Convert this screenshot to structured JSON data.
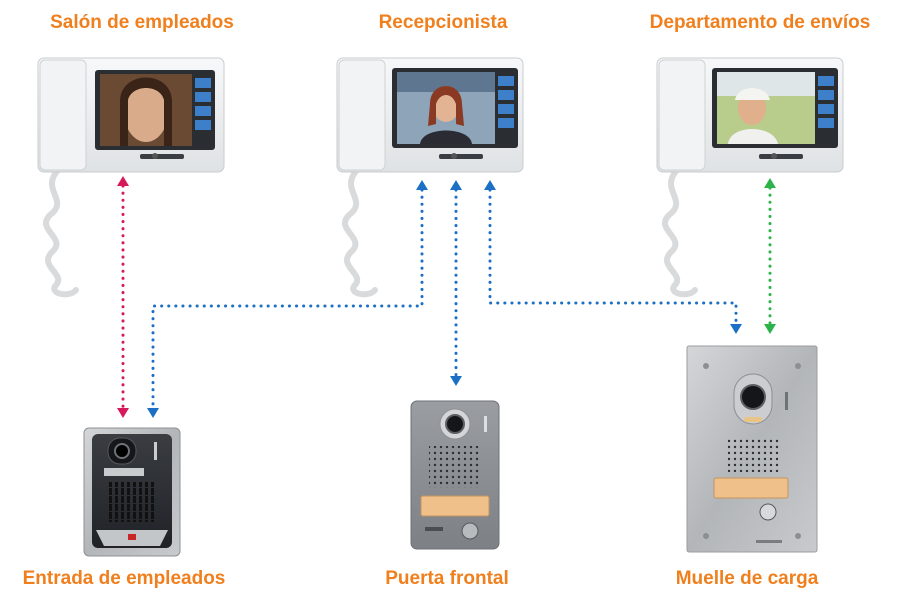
{
  "colors": {
    "label": "#f07f1d",
    "link_employee": "#d6195b",
    "link_reception": "#1b6fc4",
    "link_shipping": "#2db34a",
    "monitor_body": "#eceeef",
    "screen_frame": "#2a2d31",
    "station_steel": "#b9bcbf"
  },
  "monitors": [
    {
      "id": "employee-lounge",
      "label": "Salón de empleados",
      "screen_scene": "woman-portrait",
      "icon": "video-monitor-icon"
    },
    {
      "id": "receptionist",
      "label": "Recepcionista",
      "screen_scene": "woman-office",
      "icon": "video-monitor-icon"
    },
    {
      "id": "shipping",
      "label": "Departamento de envíos",
      "screen_scene": "delivery-man",
      "icon": "video-monitor-icon"
    }
  ],
  "stations": [
    {
      "id": "employee-entrance",
      "label": "Entrada de empleados",
      "style": "dark",
      "icon": "door-station-icon"
    },
    {
      "id": "front-door",
      "label": "Puerta frontal",
      "style": "grey",
      "icon": "door-station-icon"
    },
    {
      "id": "loading-dock",
      "label": "Muelle de carga",
      "style": "stainless",
      "icon": "door-station-icon"
    }
  ],
  "connections": [
    {
      "from": "employee-lounge",
      "to": "employee-entrance",
      "color": "link_employee",
      "bidirectional": true
    },
    {
      "from": "receptionist",
      "to": "employee-entrance",
      "color": "link_reception",
      "bidirectional": true
    },
    {
      "from": "receptionist",
      "to": "front-door",
      "color": "link_reception",
      "bidirectional": true
    },
    {
      "from": "receptionist",
      "to": "loading-dock",
      "color": "link_reception",
      "bidirectional": true
    },
    {
      "from": "shipping",
      "to": "loading-dock",
      "color": "link_shipping",
      "bidirectional": true
    }
  ]
}
